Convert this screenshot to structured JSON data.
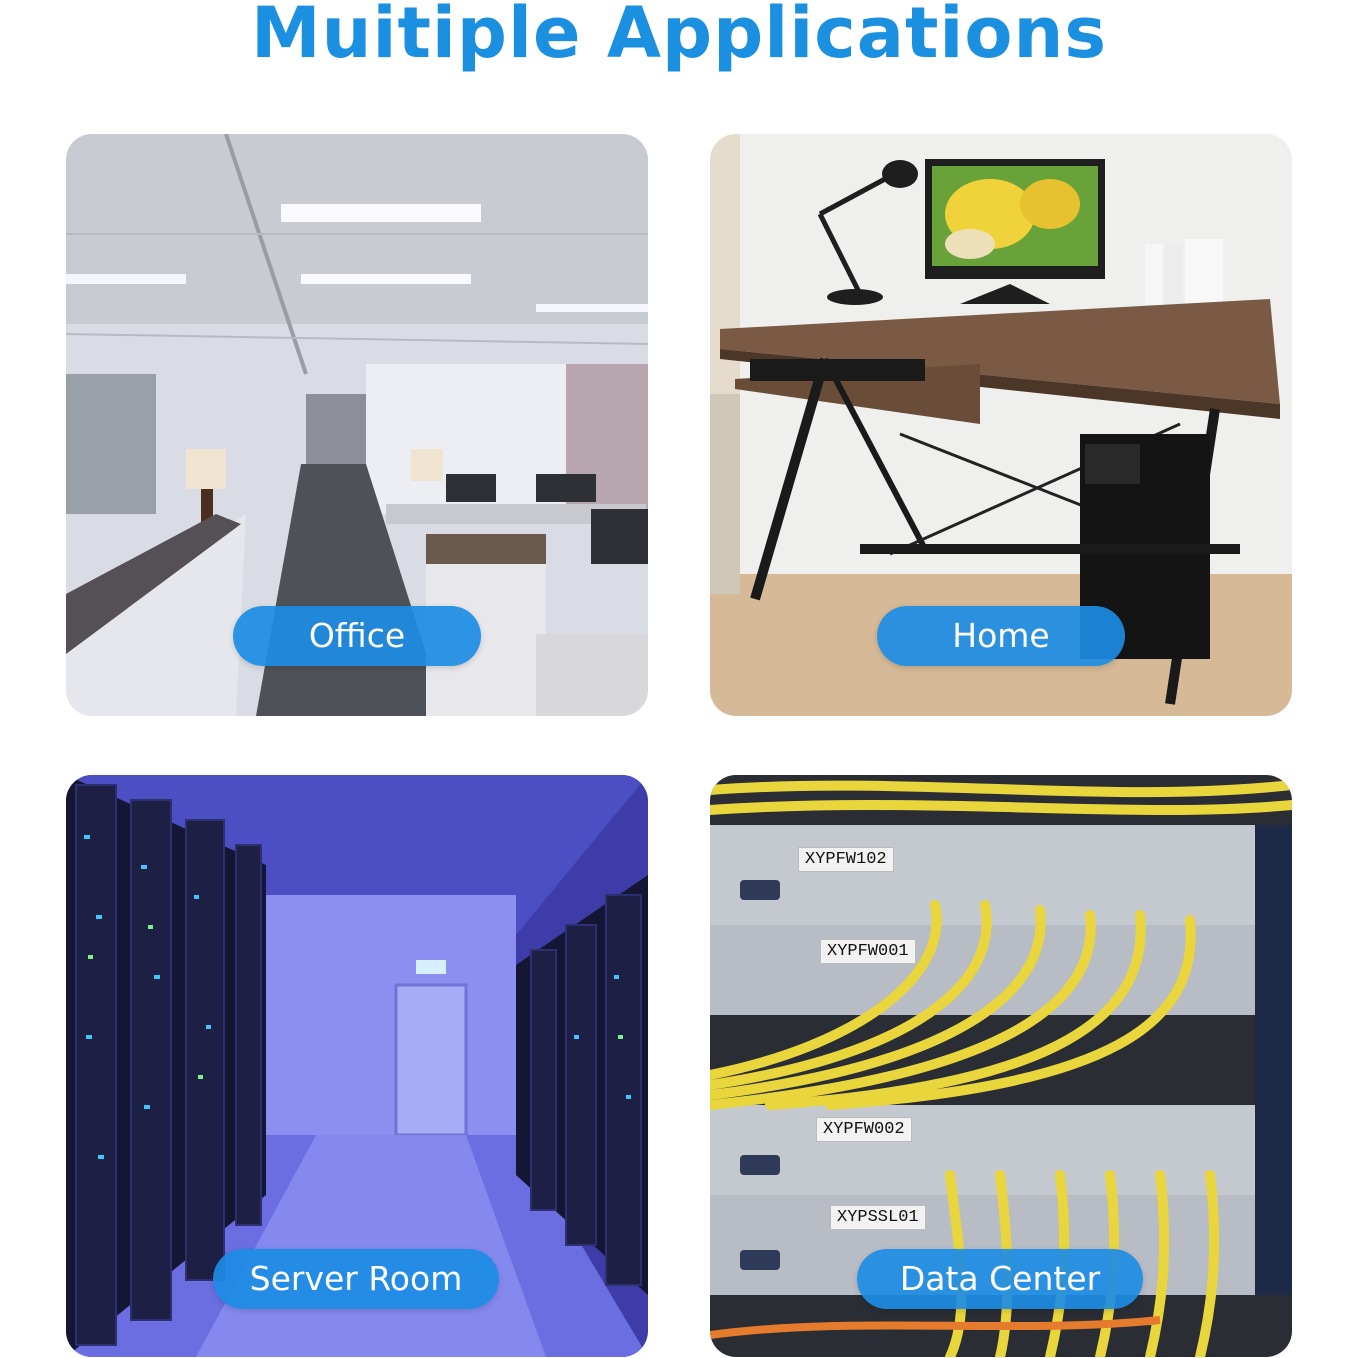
{
  "page": {
    "title": "Muitiple Applications",
    "accent_color": "#1b8fe0"
  },
  "cards": [
    {
      "label": "Office",
      "scene": "office-interior"
    },
    {
      "label": "Home",
      "scene": "home-desk-with-monitor-and-pc"
    },
    {
      "label": "Server Room",
      "scene": "server-room-corridor"
    },
    {
      "label": "Data Center",
      "scene": "network-rack-with-yellow-cables",
      "device_labels": [
        "XYPFW102",
        "XYPFW001",
        "XYPFW002",
        "XYPSSL01"
      ]
    }
  ]
}
